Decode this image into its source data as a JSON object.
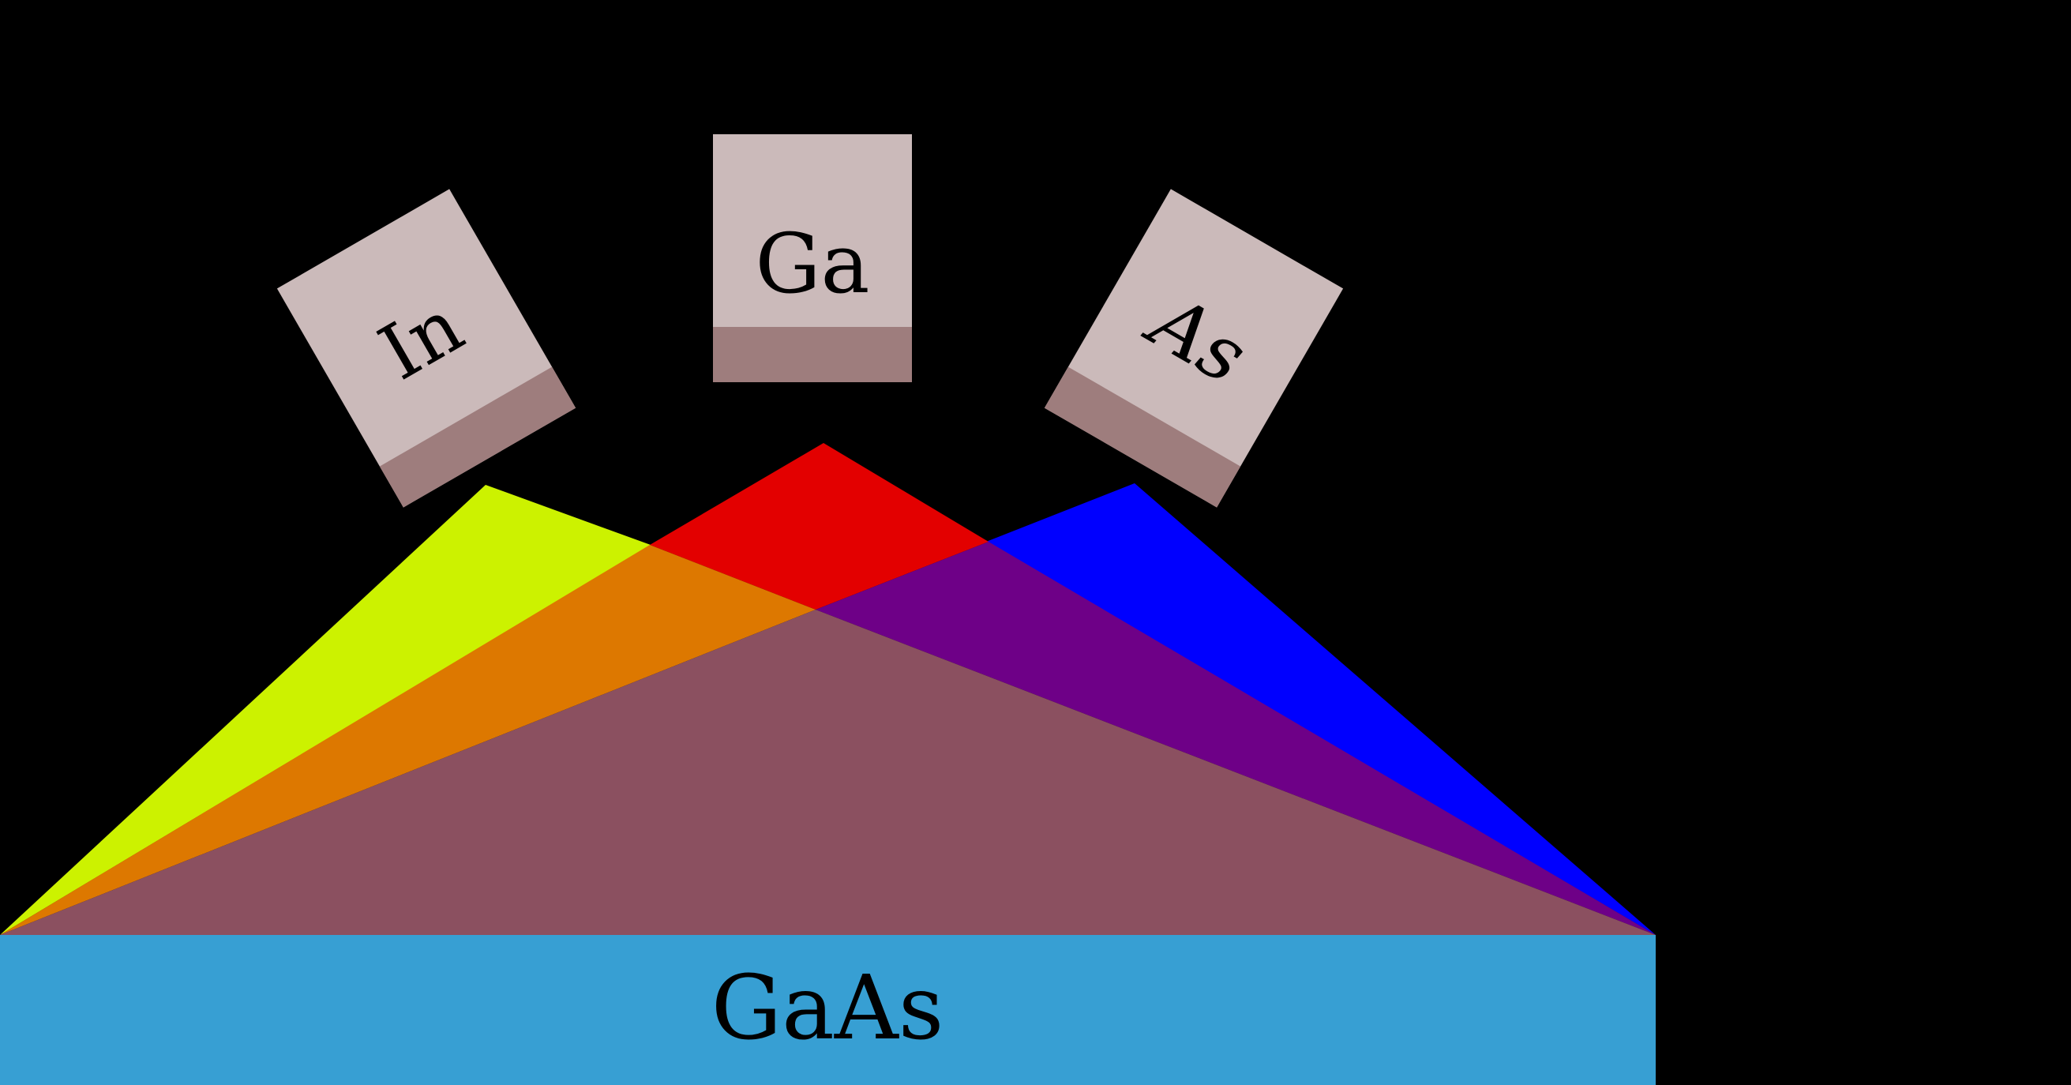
{
  "sources": [
    {
      "id": "in",
      "label": "In",
      "beam_color": "#ccf200"
    },
    {
      "id": "ga",
      "label": "Ga",
      "beam_color": "#e30000"
    },
    {
      "id": "as",
      "label": "As",
      "beam_color": "#0000ff"
    }
  ],
  "substrate": {
    "label": "GaAs",
    "color": "#379fd3"
  },
  "colors": {
    "background": "#000000",
    "cell_top": "#cbbaba",
    "cell_bottom": "#9e7d7d",
    "overlap_in_ga": "#dd7800",
    "overlap_ga_as": "#6e0087",
    "overlap_all": "#8b5060"
  }
}
